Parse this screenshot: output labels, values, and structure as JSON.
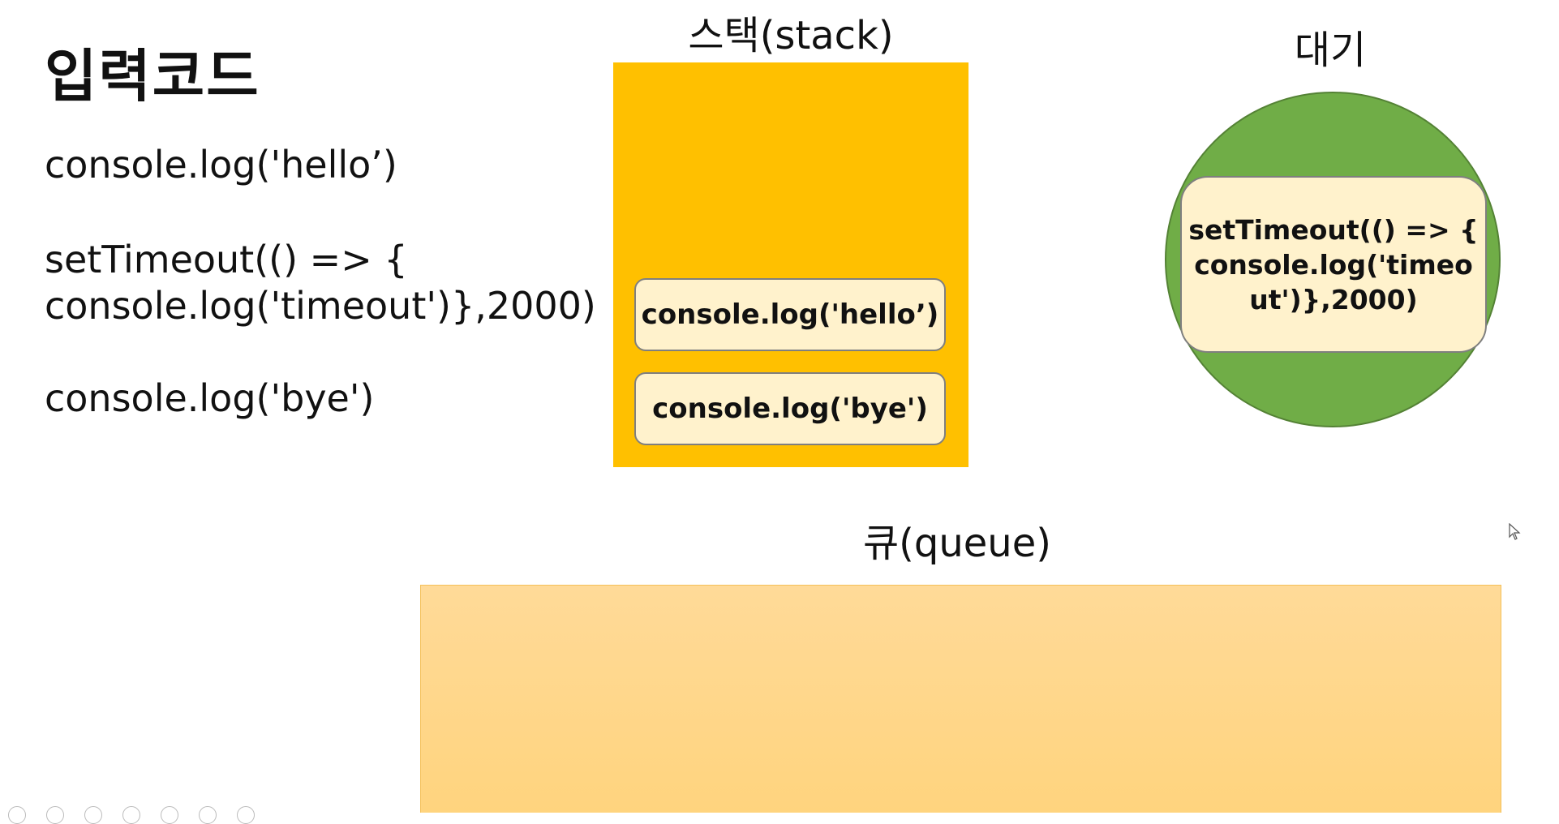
{
  "code_panel": {
    "title": "입력코드",
    "line_hello": "console.log('hello’)",
    "line_timeout_1": "setTimeout(() => {",
    "line_timeout_2": "console.log('timeout')},2000)",
    "line_bye": "console.log('bye')"
  },
  "stack": {
    "label": "스택(stack)",
    "frames": [
      "console.log('hello’)",
      "console.log('bye')"
    ],
    "color": "#FFC000"
  },
  "wait": {
    "label": "대기",
    "card_lines": [
      "setTimeout(() => {",
      "console.log('timeo",
      "ut')},2000)"
    ],
    "color": "#70AD47"
  },
  "queue": {
    "label": "큐(queue)",
    "color": "#FFD58A"
  },
  "card_color": "#FFF2CC",
  "cursor_icon": "mouse-pointer-icon"
}
